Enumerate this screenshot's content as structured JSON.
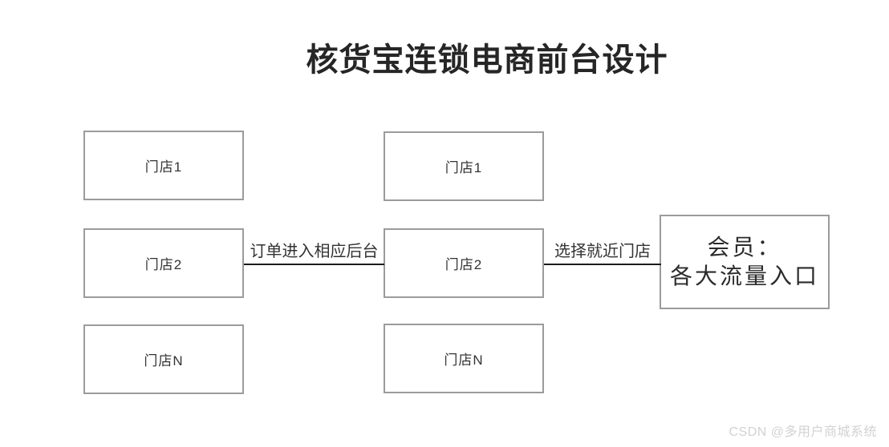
{
  "title": "核货宝连锁电商前台设计",
  "diagram": {
    "store_columns": {
      "left": [
        "门店1",
        "门店2",
        "门店N"
      ],
      "middle": [
        "门店1",
        "门店2",
        "门店N"
      ]
    },
    "member_box": {
      "line1": "会员：",
      "line2": "各大流量入口"
    },
    "connectors": {
      "left_to_middle": "订单进入相应后台",
      "middle_to_member": "选择就近门店"
    }
  },
  "watermark": "CSDN @多用户商城系统",
  "colors": {
    "box_border": "#9b9b9b",
    "box_text": "#333333",
    "connector_line": "#1c1c1c",
    "title_text": "#262626",
    "watermark_text": "#d2d2d2"
  }
}
